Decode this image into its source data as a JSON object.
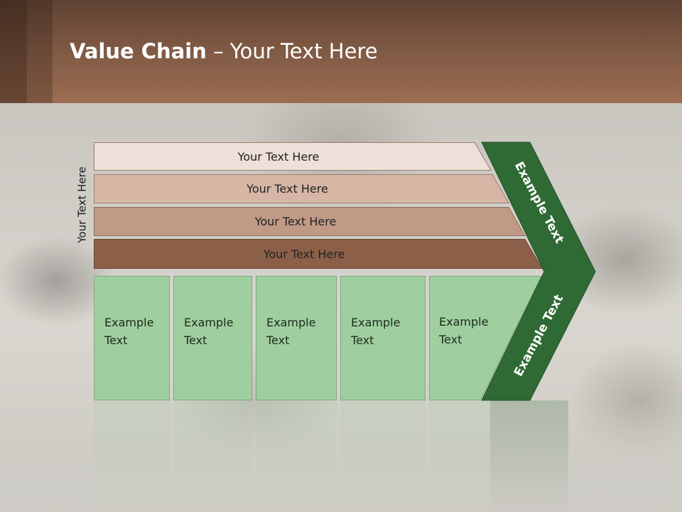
{
  "slide": {
    "title_bold": "Value Chain",
    "title_rest": " – Your Text Here",
    "side_label": "Your Text Here"
  },
  "support_bars": [
    {
      "label": "Your Text Here",
      "fill": "#eee0d8"
    },
    {
      "label": "Your Text Here",
      "fill": "#d6b6a5"
    },
    {
      "label": "Your Text Here",
      "fill": "#c09a85"
    },
    {
      "label": "Your Text Here",
      "fill": "#8c5f49"
    }
  ],
  "primary_columns": [
    {
      "line1": "Example",
      "line2": "Text"
    },
    {
      "line1": "Example",
      "line2": "Text"
    },
    {
      "line1": "Example",
      "line2": "Text"
    },
    {
      "line1": "Example",
      "line2": "Text"
    },
    {
      "line1": "Example",
      "line2": "Text"
    }
  ],
  "margin_arrow": {
    "top_label": "Example Text",
    "bottom_label": "Example Text",
    "fill": "#2f6a35"
  },
  "colors": {
    "header": "#7d5843",
    "column_fill": "#9fcf9e",
    "arrow": "#2f6a35"
  }
}
